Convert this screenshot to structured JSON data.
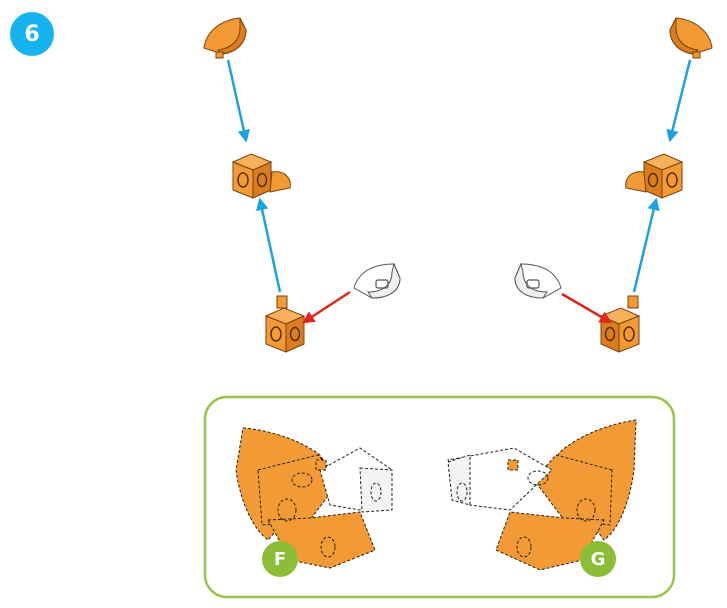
{
  "step": {
    "number": "6",
    "color": "#16b3ee"
  },
  "variants": [
    {
      "label": "F",
      "color": "#8cbd37"
    },
    {
      "label": "G",
      "color": "#8cbd37"
    }
  ],
  "colors": {
    "piece": "#f29a35",
    "piece_dark": "#c46a1a",
    "attach_arrow": "#1aa3e0",
    "insert_arrow": "#e1251b",
    "panel_border": "#9cc44a"
  }
}
